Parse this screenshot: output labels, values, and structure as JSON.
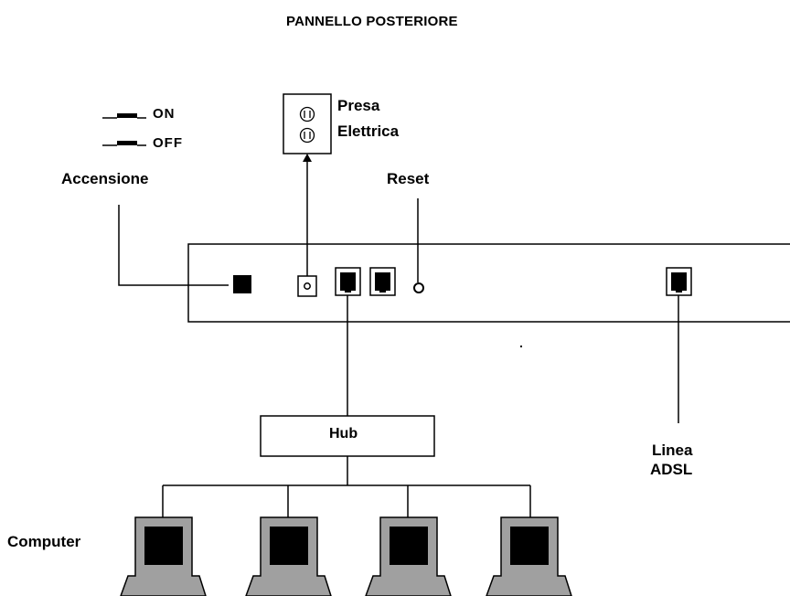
{
  "title": "PANNELLO POSTERIORE",
  "switch": {
    "on_label": "ON",
    "off_label": "OFF",
    "caption": "Accensione"
  },
  "power_outlet": {
    "line1": "Presa",
    "line2": "Elettrica"
  },
  "reset": {
    "label": "Reset"
  },
  "hub": {
    "label": "Hub"
  },
  "adsl": {
    "line1": "Linea",
    "line2": "ADSL"
  },
  "computers": {
    "label": "Computer",
    "count": 4
  },
  "colors": {
    "line": "#000000",
    "screen": "#000000",
    "monitor_body": "#a0a0a0",
    "background": "#ffffff"
  }
}
